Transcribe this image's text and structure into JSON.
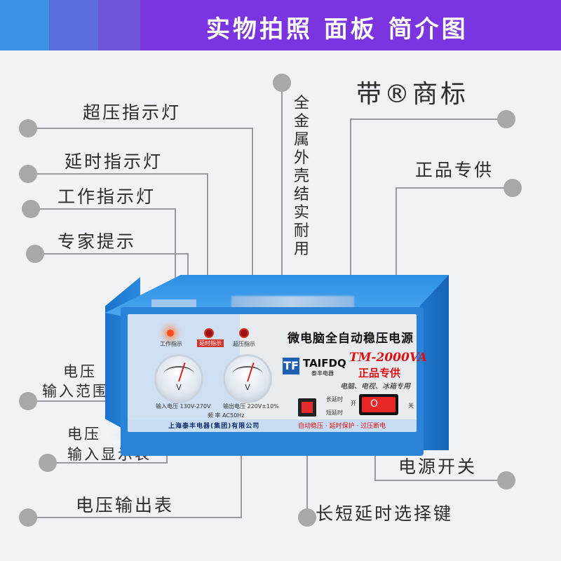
{
  "banner": {
    "title": "实物拍照 面板 简介图"
  },
  "callouts": {
    "overvoltage_lamp": "超压指示灯",
    "delay_lamp": "延时指示灯",
    "work_lamp": "工作指示灯",
    "expert_tip": "专家提示",
    "metal_case": "全金属外壳结实耐用",
    "trademark": "带®商标",
    "genuine_supply": "正品专供",
    "voltage_input_range_line1": "电压",
    "voltage_input_range_line2": "输入范围",
    "voltage_input_meter_line1": "电压",
    "voltage_input_meter_line2": "输入显示表",
    "voltage_output_meter": "电压输出表",
    "power_switch": "电源开关",
    "delay_select_key": "长短延时选择键"
  },
  "device": {
    "product_title": "微电脑全自动稳压电源",
    "brand_logo": "TF",
    "brand_en": "TAIFDQ",
    "brand_cn": "泰丰电器",
    "model": "TM-2000VA",
    "genuine": "正品专供",
    "usage": "电脑、电视、冰箱专用",
    "lamp_work": "工作指示",
    "lamp_delay": "延时指示",
    "lamp_overvoltage": "超压指示",
    "meter_left_unit": "V",
    "meter_right_unit": "V",
    "input_range": "输入电压 130V-270V",
    "output_voltage": "输出电压 220V±10%",
    "frequency": "频 率 AC50Hz",
    "delay_long": "长延时",
    "delay_short": "短延时",
    "switch_on": "开",
    "switch_off": "关",
    "protection_info": "自动稳压 · 延时保护 · 过压断电",
    "company": "上海泰丰电器(集团)有限公司",
    "power_mark": "O"
  },
  "colors": {
    "banner_gradient": [
      "#3d93e6",
      "#5c6edd",
      "#7a34e0"
    ],
    "case_blue": "#2a83d8",
    "accent_red": "#e01010",
    "callout_dot": "#a8a8ab"
  }
}
